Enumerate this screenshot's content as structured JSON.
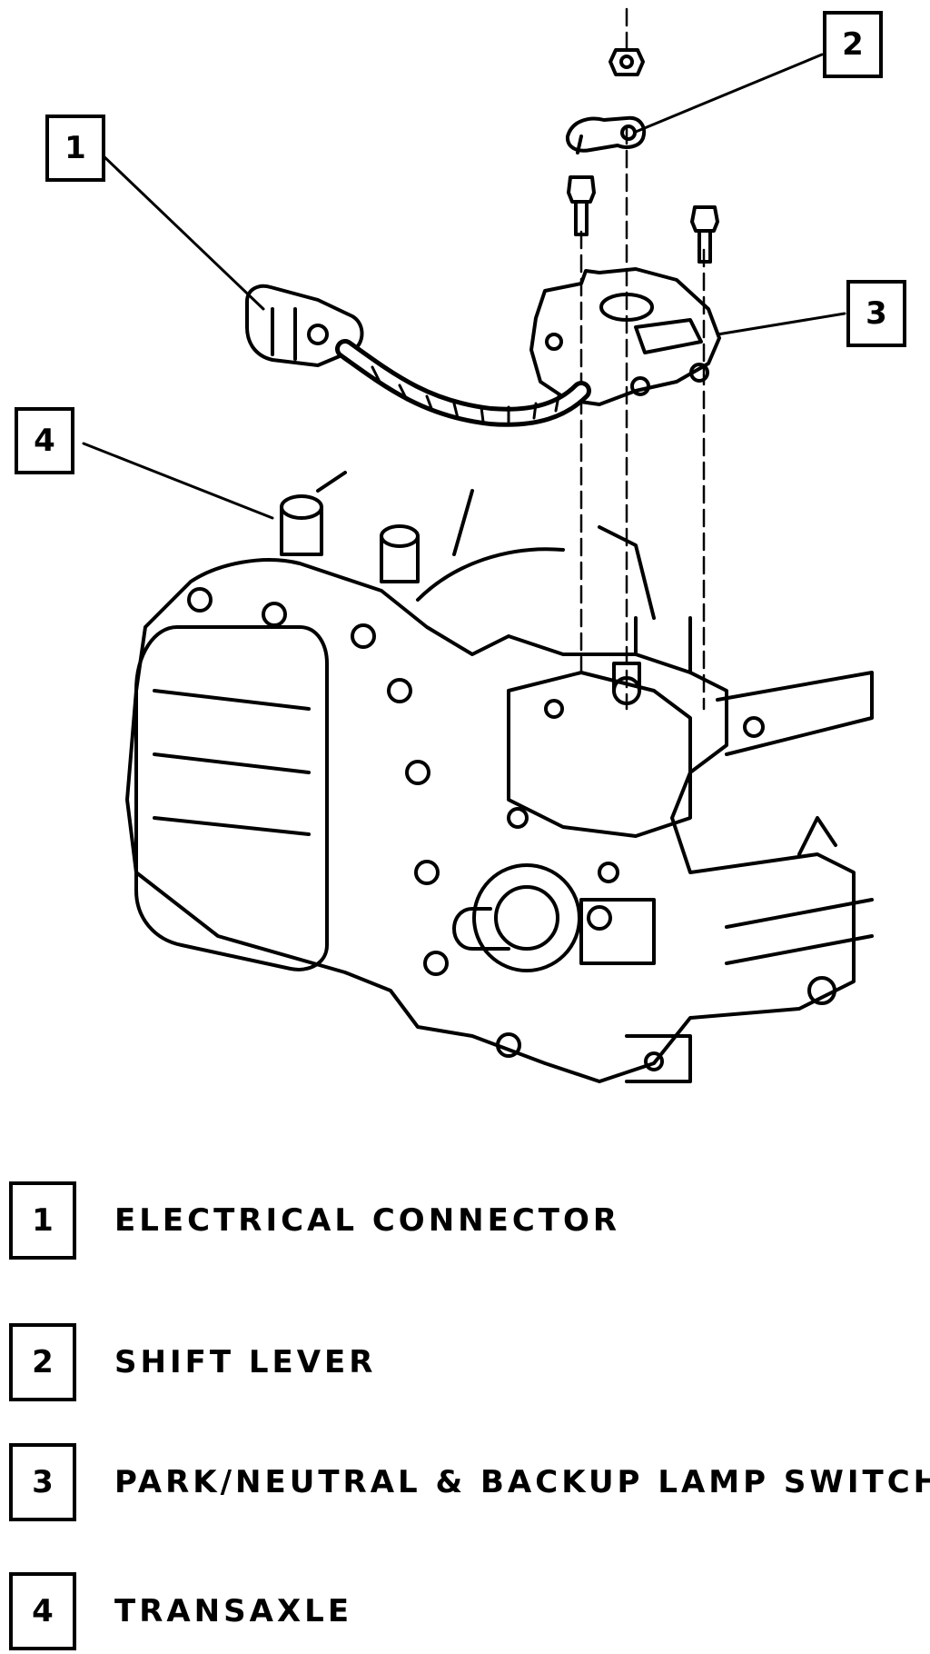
{
  "callouts": [
    {
      "number": "1"
    },
    {
      "number": "2"
    },
    {
      "number": "3"
    },
    {
      "number": "4"
    }
  ],
  "legend": [
    {
      "number": "1",
      "label": "ELECTRICAL CONNECTOR"
    },
    {
      "number": "2",
      "label": "SHIFT LEVER"
    },
    {
      "number": "3",
      "label": "PARK/NEUTRAL & BACKUP LAMP SWITCH"
    },
    {
      "number": "4",
      "label": "TRANSAXLE"
    }
  ],
  "colors": {
    "ink": "#000000",
    "paper": "#ffffff"
  }
}
